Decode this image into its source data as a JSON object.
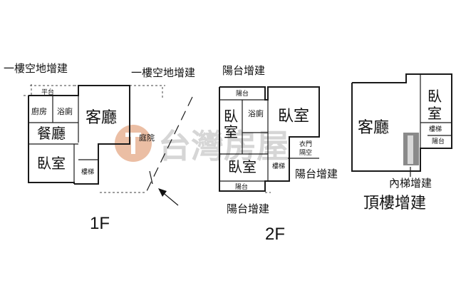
{
  "annotations": {
    "f1_left_addition": "一樓空地增建",
    "f1_right_addition": "一樓空地增建",
    "f2_top_balcony": "陽台增建",
    "f2_right_balcony": "陽台增建",
    "f2_bottom_balcony": "陽台增建",
    "inner_stair": "內梯增建",
    "rooftop_addition": "頂樓增建"
  },
  "floor1": {
    "label": "1F",
    "balcony": "平台",
    "kitchen": "廚房",
    "bath": "浴廁",
    "living": "客廳",
    "dining": "餐廳",
    "garden": "庭院",
    "bedroom": "臥室",
    "stairs": "樓梯"
  },
  "floor2": {
    "label": "2F",
    "balcony_top": "陽台",
    "bedroom_a_1": "臥",
    "bedroom_a_2": "室",
    "bath": "浴廁",
    "bedroom_b": "臥室",
    "closet_1": "衣門",
    "closet_2": "隔空",
    "bedroom_c": "臥室",
    "stairs": "樓梯",
    "balcony_bottom": "陽台"
  },
  "rooftop": {
    "living": "客廳",
    "bedroom_1": "臥",
    "bedroom_2": "室",
    "stairs": "樓梯",
    "balcony": "陽台"
  },
  "watermark": {
    "text": "台灣房屋"
  }
}
